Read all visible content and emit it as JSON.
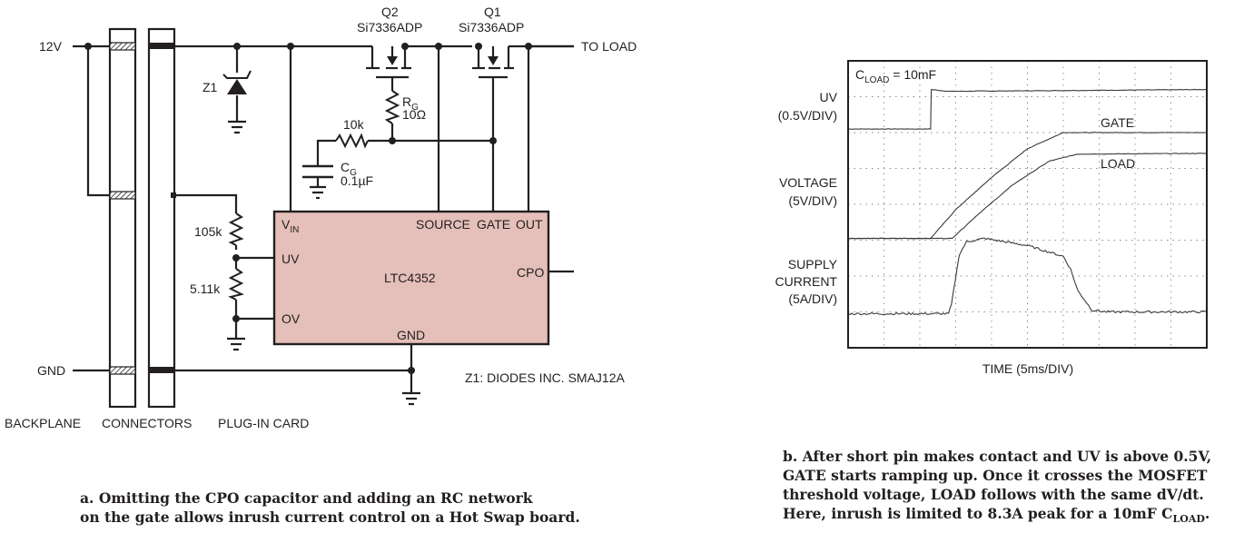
{
  "schematic": {
    "rails": {
      "supply": "12V",
      "ground": "GND",
      "output": "TO LOAD"
    },
    "bottom_labels": {
      "backplane": "BACKPLANE",
      "connectors": "CONNECTORS",
      "plugin_card": "PLUG-IN CARD"
    },
    "q2": {
      "ref": "Q2",
      "part": "Si7336ADP"
    },
    "q1": {
      "ref": "Q1",
      "part": "Si7336ADP"
    },
    "z1": {
      "ref": "Z1",
      "note": "Z1: DIODES INC. SMAJ12A"
    },
    "rg": {
      "ref_main": "R",
      "ref_sub": "G",
      "value": "10Ω"
    },
    "r_series": {
      "value": "10k"
    },
    "cg": {
      "ref_main": "C",
      "ref_sub": "G",
      "value": "0.1µF"
    },
    "r_top": {
      "value": "105k"
    },
    "r_bottom": {
      "value": "5.11k"
    },
    "ic": {
      "name": "LTC4352",
      "fill_color": "#e5bfb9",
      "pins": {
        "vin_main": "V",
        "vin_sub": "IN",
        "uv": "UV",
        "ov": "OV",
        "source": "SOURCE",
        "gate": "GATE",
        "out": "OUT",
        "cpo": "CPO",
        "gnd": "GND"
      }
    }
  },
  "caption_a": {
    "line1": "a. Omitting the CPO capacitor and adding an RC network",
    "line2": "on the gate allows inrush current control on a Hot Swap board."
  },
  "scope": {
    "annotation_main": "C",
    "annotation_sub": "LOAD",
    "annotation_rest": " = 10mF",
    "trace_labels": {
      "gate": "GATE",
      "load": "LOAD"
    },
    "y_labels": {
      "uv_1": "UV",
      "uv_2": "(0.5V/DIV)",
      "voltage_1": "VOLTAGE",
      "voltage_2": "(5V/DIV)",
      "current_1": "SUPPLY",
      "current_2": "CURRENT",
      "current_3": "(5A/DIV)"
    },
    "x_label": "TIME (5ms/DIV)"
  },
  "chart_data": {
    "type": "line",
    "title": "CLOAD = 10mF",
    "xlabel": "TIME (5ms/DIV)",
    "x_unit": "ms",
    "xlim": [
      0,
      50
    ],
    "grid": true,
    "grid_divisions": {
      "x": 10,
      "y": 8
    },
    "y_divisions_range": [
      0,
      8
    ],
    "series": [
      {
        "name": "UV",
        "scale": "0.5V/DIV",
        "x": [
          0,
          11.5,
          11.6,
          14,
          50
        ],
        "y_div": [
          6.1,
          6.1,
          7.2,
          7.15,
          7.2
        ]
      },
      {
        "name": "GATE",
        "scale": "5V/DIV",
        "x": [
          0,
          11.5,
          15,
          20,
          25,
          30,
          50
        ],
        "y_div": [
          3.05,
          3.05,
          3.85,
          4.75,
          5.55,
          6.0,
          6.0
        ]
      },
      {
        "name": "LOAD",
        "scale": "5V/DIV",
        "x": [
          0,
          14.5,
          18,
          23,
          28,
          32,
          50
        ],
        "y_div": [
          3.05,
          3.05,
          3.7,
          4.55,
          5.2,
          5.4,
          5.42
        ]
      },
      {
        "name": "SUPPLY CURRENT",
        "scale": "5A/DIV",
        "x": [
          0,
          14,
          14.4,
          15.5,
          16.5,
          19,
          25,
          30,
          31,
          32,
          34,
          36,
          50
        ],
        "y_div": [
          0.95,
          0.95,
          1.2,
          2.6,
          2.95,
          3.05,
          2.85,
          2.55,
          2.2,
          1.6,
          1.05,
          1.0,
          1.0
        ]
      }
    ],
    "annotations": [
      "GATE",
      "LOAD",
      "CLOAD = 10mF"
    ],
    "y_axis_labels": [
      "UV (0.5V/DIV)",
      "VOLTAGE (5V/DIV)",
      "SUPPLY CURRENT (5A/DIV)"
    ]
  },
  "caption_b": {
    "line1": "b. After short pin makes contact and UV is above 0.5V,",
    "line2": "GATE starts ramping up. Once it crosses the MOSFET",
    "line3": "threshold voltage, LOAD follows with the same dV/dt.",
    "line4_main": "Here, inrush is limited to 8.3A peak for a 10mF C",
    "line4_sub": "LOAD",
    "line4_end": "."
  }
}
